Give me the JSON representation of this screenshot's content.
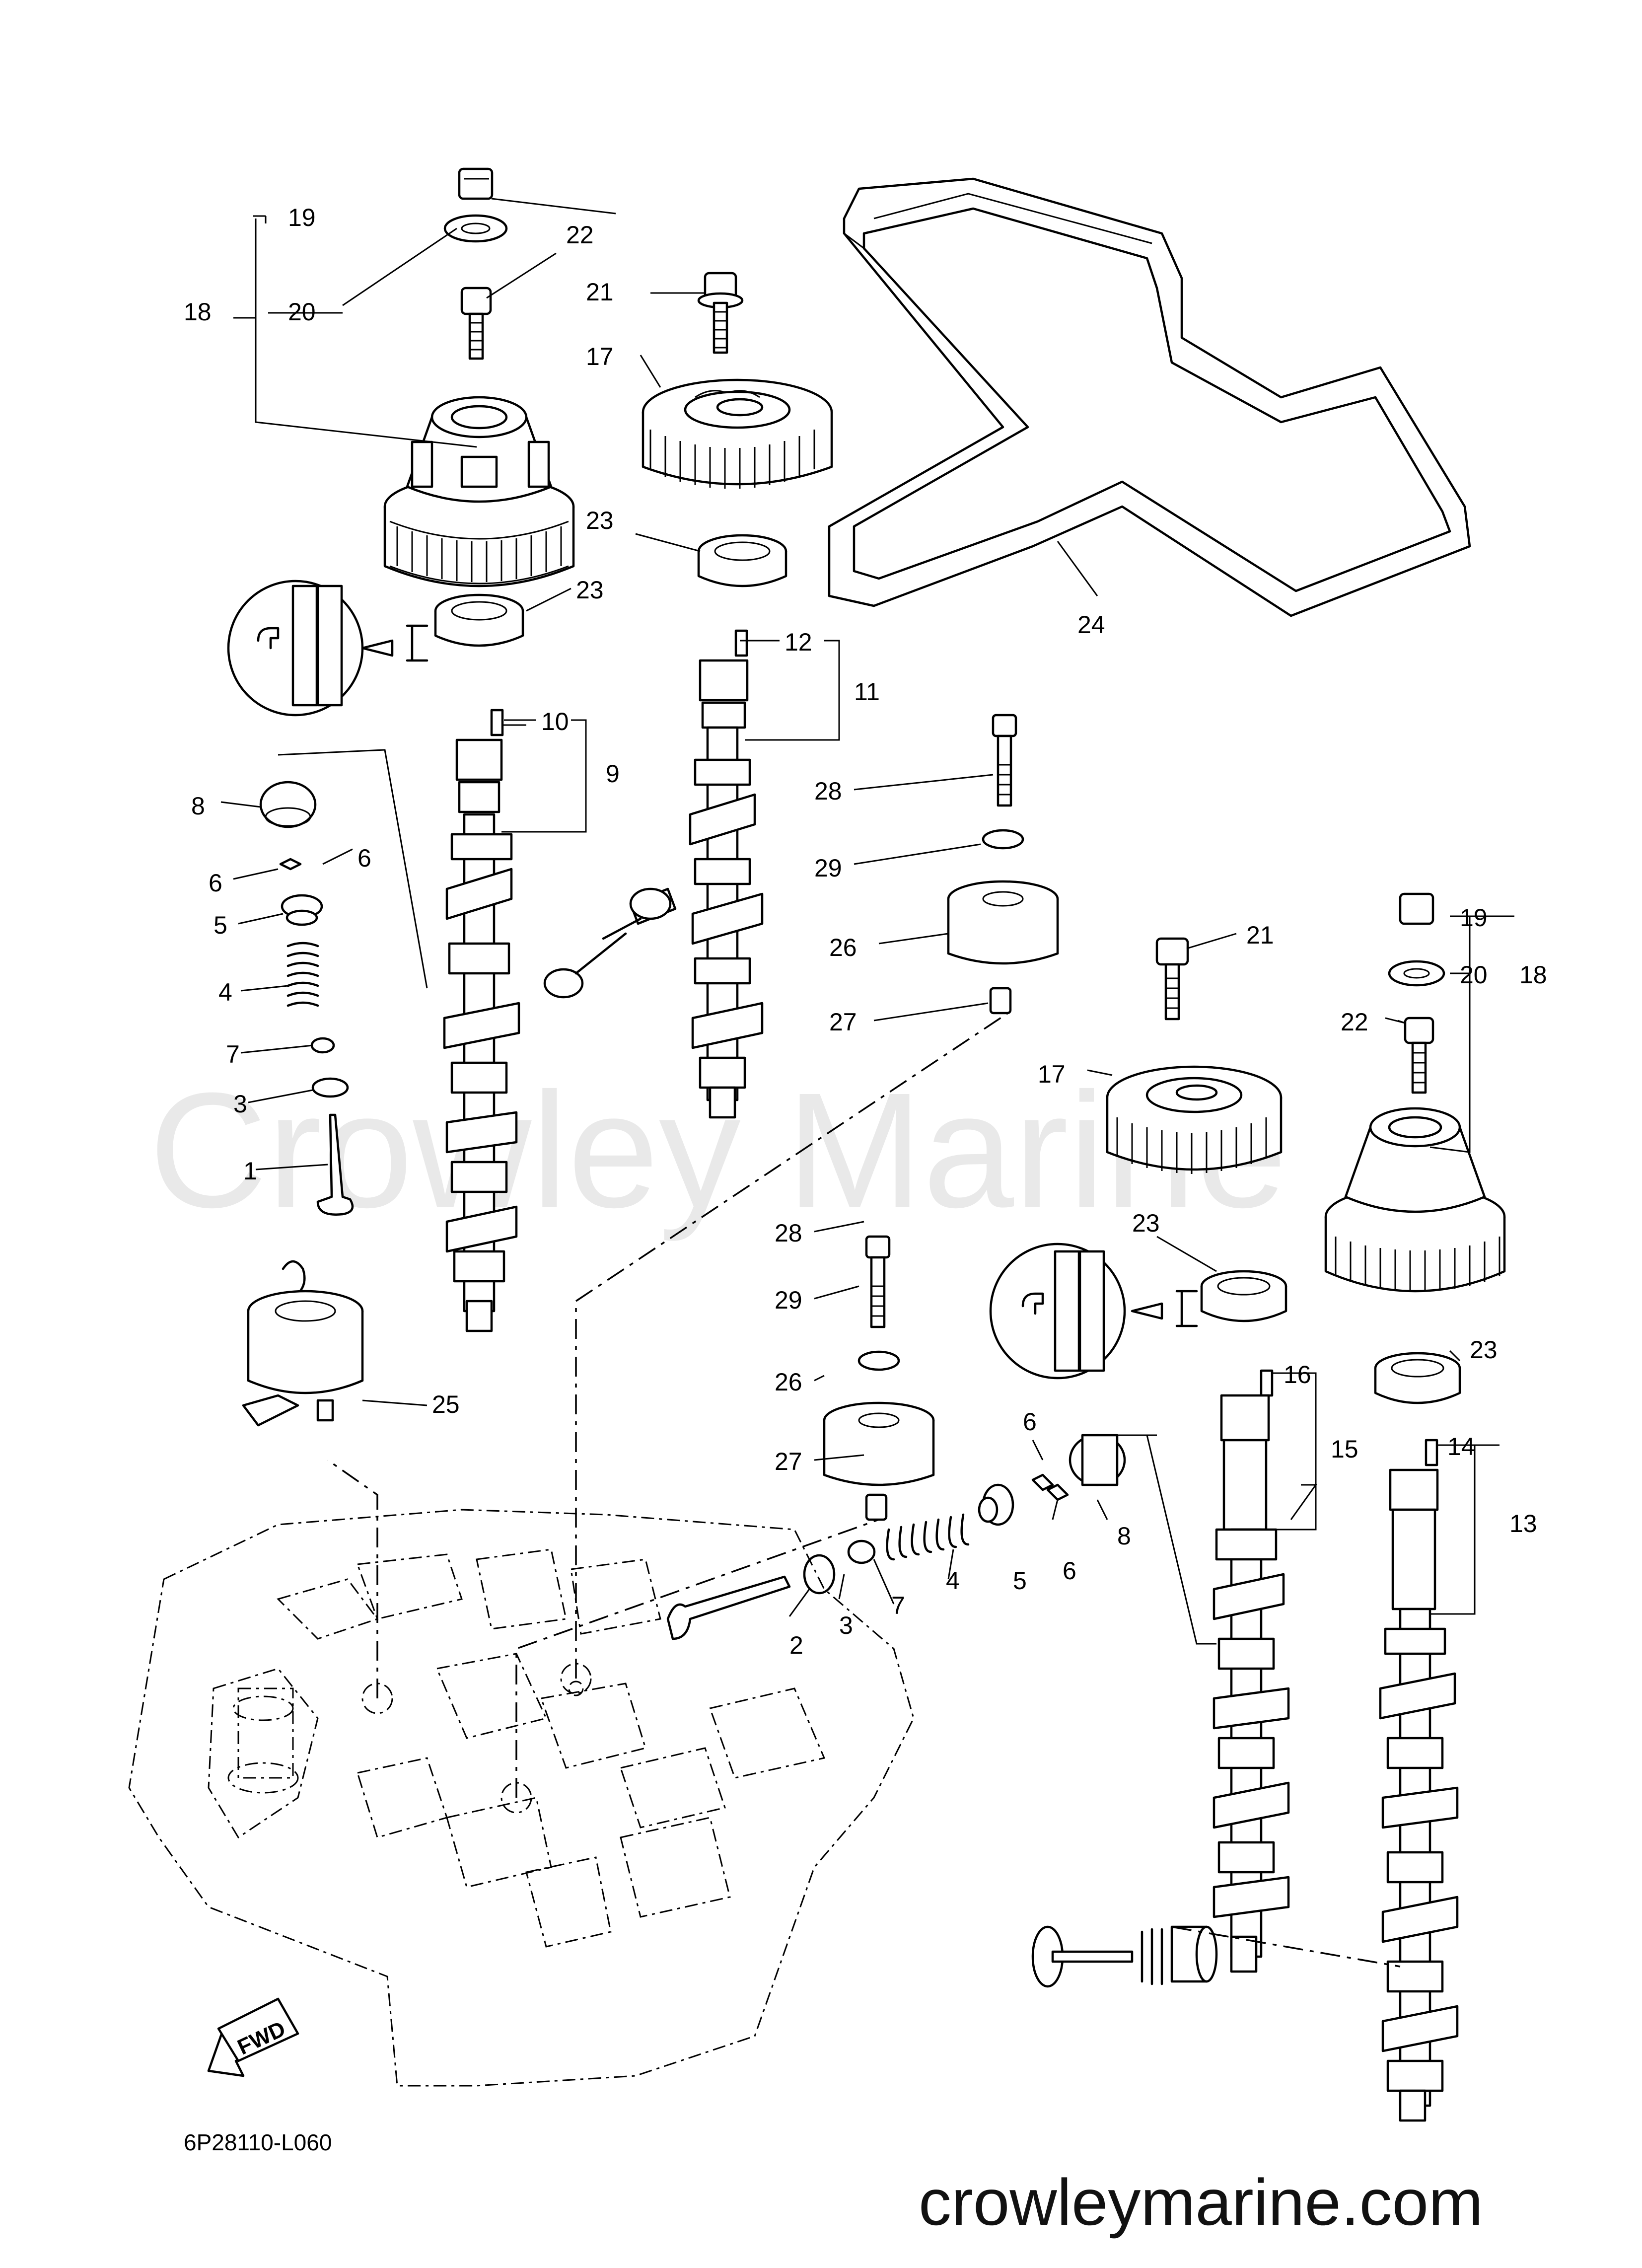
{
  "watermark": "Crowley Marine",
  "diagram_code": "6P28110-L060",
  "website": "crowleymarine.com",
  "fwd_label": "FWD",
  "callouts": [
    {
      "id": "c19a",
      "text": "19"
    },
    {
      "id": "c20a",
      "text": "20"
    },
    {
      "id": "c18a",
      "text": "18"
    },
    {
      "id": "c22a",
      "text": "22"
    },
    {
      "id": "c21a",
      "text": "21"
    },
    {
      "id": "c17a",
      "text": "17"
    },
    {
      "id": "c23a",
      "text": "23"
    },
    {
      "id": "c23b",
      "text": "23"
    },
    {
      "id": "c24",
      "text": "24"
    },
    {
      "id": "c12",
      "text": "12"
    },
    {
      "id": "c11",
      "text": "11"
    },
    {
      "id": "c10",
      "text": "10"
    },
    {
      "id": "c9",
      "text": "9"
    },
    {
      "id": "c8a",
      "text": "8"
    },
    {
      "id": "c6a",
      "text": "6"
    },
    {
      "id": "c6b",
      "text": "6"
    },
    {
      "id": "c5a",
      "text": "5"
    },
    {
      "id": "c4a",
      "text": "4"
    },
    {
      "id": "c7a",
      "text": "7"
    },
    {
      "id": "c3a",
      "text": "3"
    },
    {
      "id": "c1",
      "text": "1"
    },
    {
      "id": "c28a",
      "text": "28"
    },
    {
      "id": "c29a",
      "text": "29"
    },
    {
      "id": "c26a",
      "text": "26"
    },
    {
      "id": "c27a",
      "text": "27"
    },
    {
      "id": "c21b",
      "text": "21"
    },
    {
      "id": "c19b",
      "text": "19"
    },
    {
      "id": "c20b",
      "text": "20"
    },
    {
      "id": "c18b",
      "text": "18"
    },
    {
      "id": "c22b",
      "text": "22"
    },
    {
      "id": "c17b",
      "text": "17"
    },
    {
      "id": "c28b",
      "text": "28"
    },
    {
      "id": "c29b",
      "text": "29"
    },
    {
      "id": "c26b",
      "text": "26"
    },
    {
      "id": "c27b",
      "text": "27"
    },
    {
      "id": "c23c",
      "text": "23"
    },
    {
      "id": "c23d",
      "text": "23"
    },
    {
      "id": "c25",
      "text": "25"
    },
    {
      "id": "c16",
      "text": "16"
    },
    {
      "id": "c15",
      "text": "15"
    },
    {
      "id": "c14",
      "text": "14"
    },
    {
      "id": "c13",
      "text": "13"
    },
    {
      "id": "c6c",
      "text": "6"
    },
    {
      "id": "c6d",
      "text": "6"
    },
    {
      "id": "c8b",
      "text": "8"
    },
    {
      "id": "c5b",
      "text": "5"
    },
    {
      "id": "c2",
      "text": "2"
    },
    {
      "id": "c3b",
      "text": "3"
    },
    {
      "id": "c7b",
      "text": "7"
    },
    {
      "id": "c4b",
      "text": "4"
    }
  ]
}
